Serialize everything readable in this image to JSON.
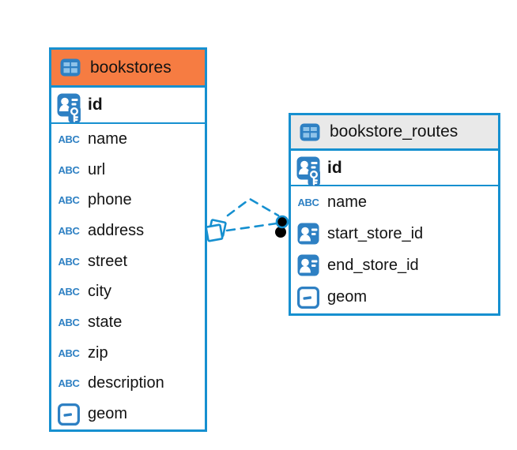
{
  "icons": {
    "abc_label": "ABC"
  },
  "colors": {
    "table_border": "#1690d0",
    "bookstores_header_bg": "#f67c42",
    "routes_header_bg": "#e9e9e9",
    "icon_blue": "#2e80c3",
    "icon_cell_blue": "#8fc3e9",
    "connector_line": "#1690d0",
    "endpoint_dot": "#000000",
    "text": "#131313"
  },
  "tables": [
    {
      "name": "bookstores",
      "header_bg": "#f67c42",
      "pk": {
        "label": "id"
      },
      "fields": [
        {
          "label": "name"
        },
        {
          "label": "url"
        },
        {
          "label": "phone"
        },
        {
          "label": "address"
        },
        {
          "label": "street"
        },
        {
          "label": "city"
        },
        {
          "label": "state"
        },
        {
          "label": "zip"
        },
        {
          "label": "description"
        },
        {
          "label": "geom"
        }
      ]
    },
    {
      "name": "bookstore_routes",
      "header_bg": "#e9e9e9",
      "pk": {
        "label": "id"
      },
      "fields": [
        {
          "label": "name"
        },
        {
          "label": "start_store_id"
        },
        {
          "label": "end_store_id"
        },
        {
          "label": "geom"
        }
      ]
    }
  ],
  "relationship": {
    "from_table": "bookstores",
    "to_table": "bookstore_routes",
    "line_style": "dashed"
  }
}
